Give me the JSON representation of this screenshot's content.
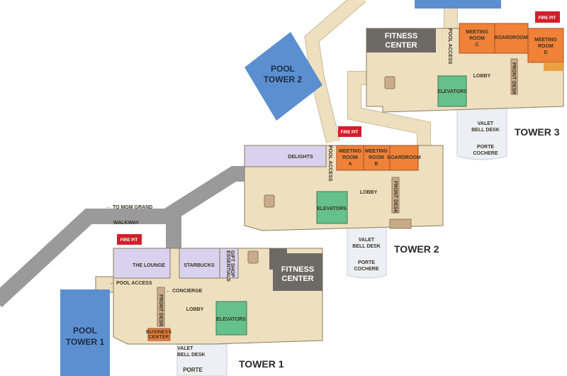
{
  "colors": {
    "floor": "#eedfbf",
    "outline": "#8a7b60",
    "walkway": "#9a9a9a",
    "pool": "#5b8fd0",
    "fitness": "#6d6a66",
    "meeting": "#ef8237",
    "retail": "#d9d2ee",
    "elevator": "#66c08c",
    "firepit": "#d21f2b",
    "valet": "#eceff3"
  },
  "tower3": {
    "title": "TOWER 3",
    "fitness": [
      "FITNESS",
      "CENTER"
    ],
    "pool_access": "POOL ACCESS",
    "meeting_c": [
      "MEETING",
      "ROOM",
      "C"
    ],
    "boardroom": "BOARDROOM",
    "meeting_d": [
      "MEETING",
      "ROOM",
      "D"
    ],
    "fire_pit": "FIRE PIT",
    "lobby": "LOBBY",
    "front_desk": "FRONT DESK",
    "elevators": "ELEVATORS",
    "valet": [
      "VALET",
      "BELL DESK"
    ],
    "porte": [
      "PORTE",
      "COCHERE"
    ]
  },
  "pool_tower2": [
    "POOL",
    "TOWER 2"
  ],
  "tower2": {
    "title": "TOWER 2",
    "delights": "DELIGHTS",
    "pool_access": "POOL ACCESS",
    "fire_pit": "FIRE PIT",
    "meeting_a": [
      "MEETING",
      "ROOM",
      "A"
    ],
    "meeting_b": [
      "MEETING",
      "ROOM",
      "B"
    ],
    "boardroom": "BOARDROOM",
    "lobby": "LOBBY",
    "front_desk": "FRONT DESK",
    "elevators": "ELEVATORS",
    "valet": [
      "VALET",
      "BELL DESK"
    ],
    "porte": [
      "PORTE",
      "COCHERE"
    ]
  },
  "walkway": {
    "label": "WALKWAY",
    "to_mgm": "← TO MGM GRAND"
  },
  "tower1": {
    "title": "TOWER 1",
    "fire_pit": "FIRE PIT",
    "lounge": "THE LOUNGE",
    "starbucks": "STARBUCKS",
    "gift_shop": [
      "ESSENTIALS",
      "GIFT SHOP"
    ],
    "fitness": [
      "FITNESS",
      "CENTER"
    ],
    "pool_access": "← POOL ACCESS",
    "concierge": "← CONCIERGE",
    "front_desk": "FRONT DESK",
    "lobby": "LOBBY",
    "elevators": "ELEVATORS",
    "business": [
      "BUSINESS",
      "CENTER"
    ],
    "valet": [
      "VALET",
      "BELL DESK"
    ],
    "porte": "PORTE"
  },
  "pool_tower1": [
    "POOL",
    "TOWER 1"
  ]
}
